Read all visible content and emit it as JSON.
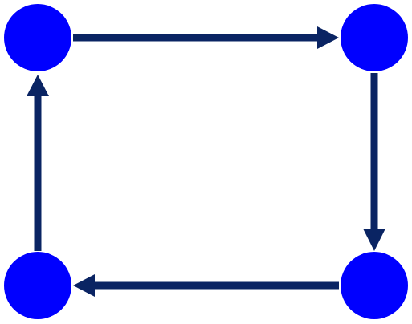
{
  "diagram": {
    "type": "directed-cycle",
    "colors": {
      "node_fill": "#0000FF",
      "edge_color": "#0A2463",
      "background": "#FFFFFF"
    },
    "nodes": [
      {
        "id": "top-left"
      },
      {
        "id": "top-right"
      },
      {
        "id": "bottom-right"
      },
      {
        "id": "bottom-left"
      }
    ],
    "edges": [
      {
        "from": "top-left",
        "to": "top-right"
      },
      {
        "from": "top-right",
        "to": "bottom-right"
      },
      {
        "from": "bottom-right",
        "to": "bottom-left"
      },
      {
        "from": "bottom-left",
        "to": "top-left"
      }
    ]
  }
}
